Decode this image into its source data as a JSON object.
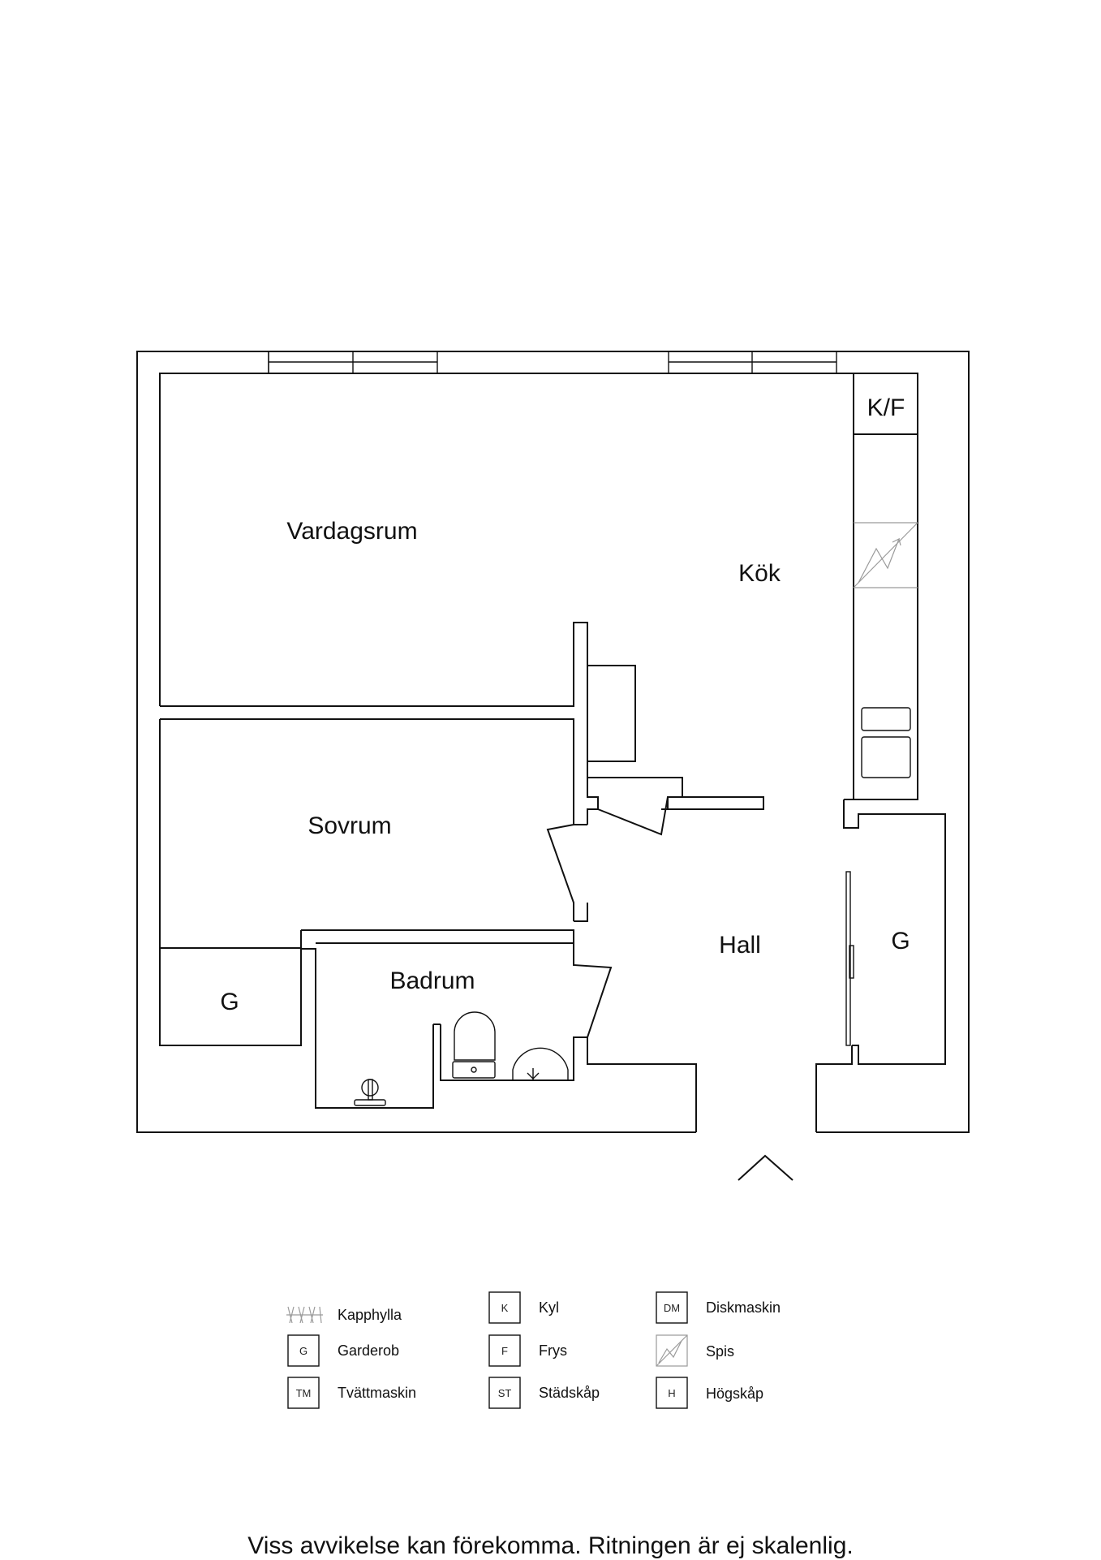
{
  "rooms": {
    "vardagsrum": "Vardagsrum",
    "kok": "Kök",
    "kf": "K/F",
    "sovrum": "Sovrum",
    "badrum": "Badrum",
    "hall": "Hall",
    "garderob_left": "G",
    "garderob_right": "G"
  },
  "legend": [
    {
      "code": "",
      "label": "Kapphylla",
      "icon": "coat-rack-icon"
    },
    {
      "code": "G",
      "label": "Garderob",
      "icon": "box-icon"
    },
    {
      "code": "TM",
      "label": "Tvättmaskin",
      "icon": "box-icon"
    },
    {
      "code": "K",
      "label": "Kyl",
      "icon": "box-icon"
    },
    {
      "code": "F",
      "label": "Frys",
      "icon": "box-icon"
    },
    {
      "code": "ST",
      "label": "Städskåp",
      "icon": "box-icon"
    },
    {
      "code": "DM",
      "label": "Diskmaskin",
      "icon": "box-icon"
    },
    {
      "code": "",
      "label": "Spis",
      "icon": "stove-icon"
    },
    {
      "code": "H",
      "label": "Högskåp",
      "icon": "box-icon"
    }
  ],
  "disclaimer": "Viss avvikelse kan förekomma. Ritningen är ej skalenlig."
}
